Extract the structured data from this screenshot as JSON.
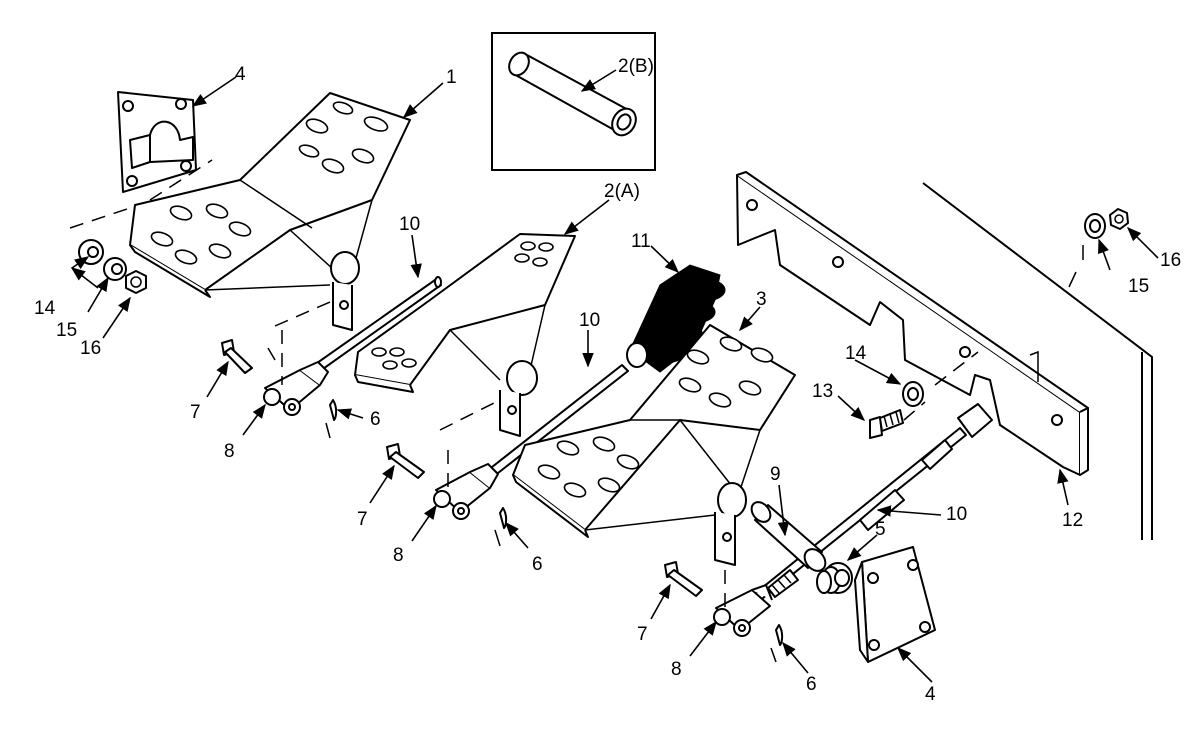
{
  "labels": {
    "pedal_left": "1",
    "pin_inset": "2(B)",
    "pedal_center": "2(A)",
    "pedal_right": "3",
    "plate_top_left": "4",
    "plate_bottom_right": "4",
    "spring": "5",
    "cotter_center": "6",
    "cotter_left": "6",
    "cotter_right": "6",
    "pin_left": "7",
    "pin_center": "7",
    "pin_right": "7",
    "clevis_left": "8",
    "clevis_center": "8",
    "clevis_right": "8",
    "shaft": "9",
    "rod_left": "10",
    "rod_center": "10",
    "rod_right": "10",
    "boot": "11",
    "bracket": "12",
    "bolt": "13",
    "washer_left": "14",
    "washer_right": "14",
    "lockwasher_left": "15",
    "lockwasher_right": "15",
    "nut_left": "16",
    "nut_right": "16"
  },
  "colors": {
    "ink": "#000000",
    "paper": "#ffffff"
  }
}
